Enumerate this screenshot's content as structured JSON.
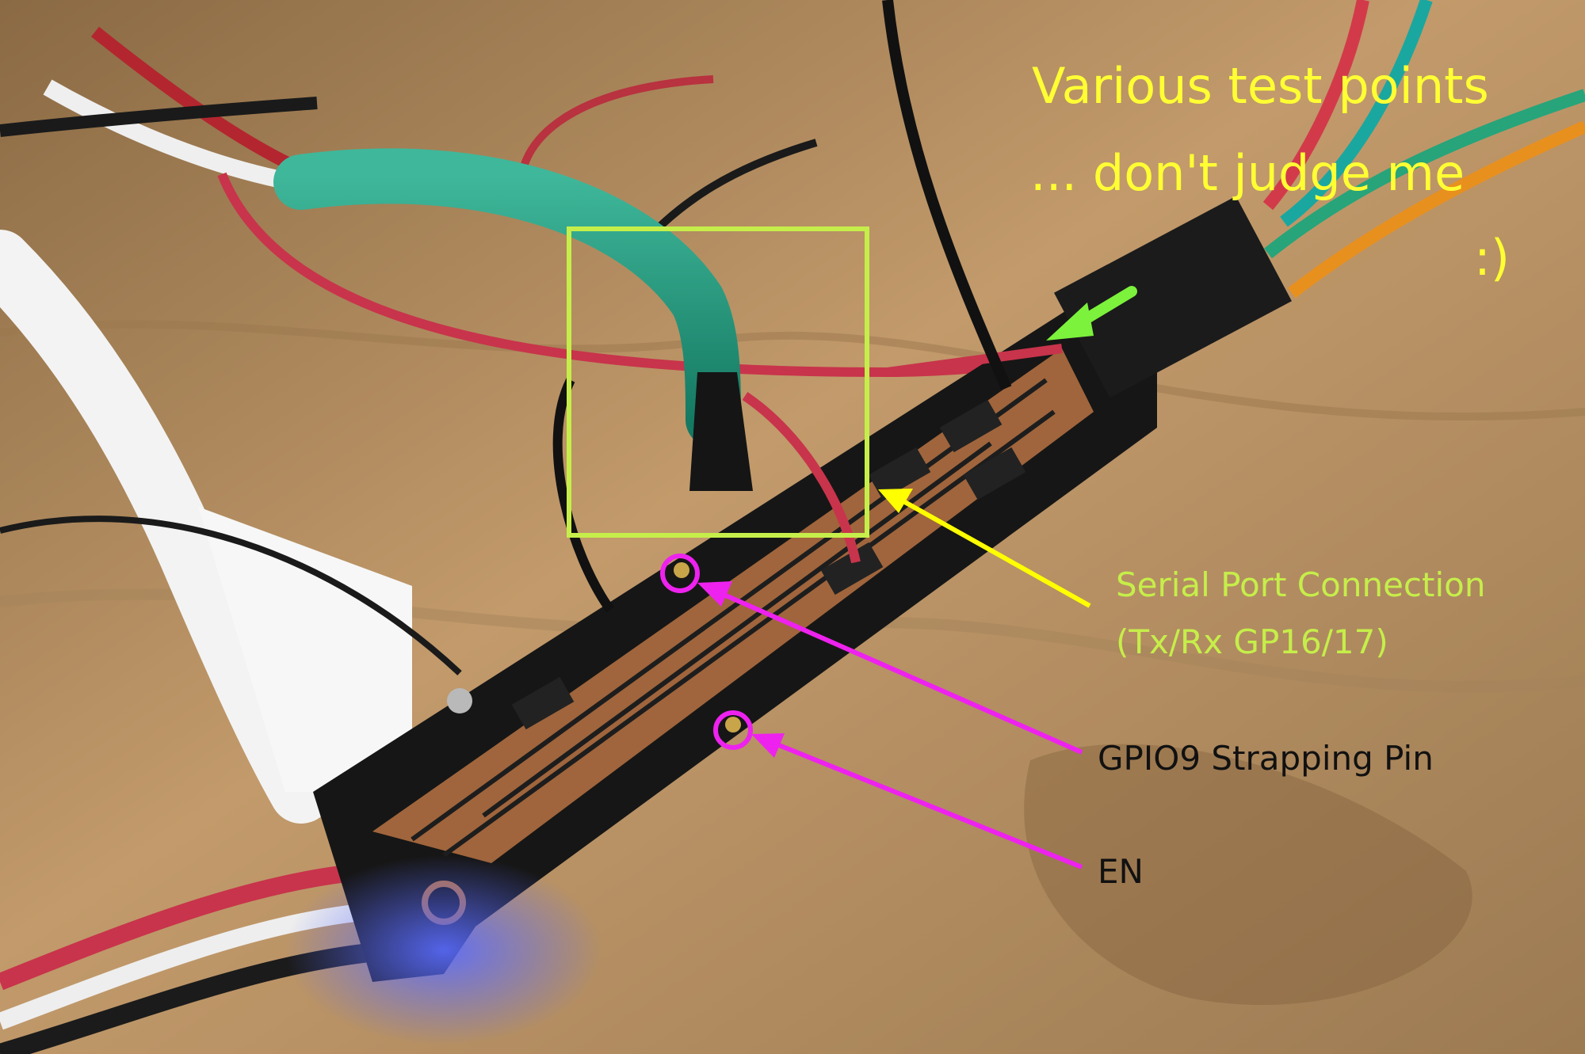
{
  "annotations": {
    "note": {
      "line1": "Various test points",
      "line2": "... don't judge me",
      "line3": ":)"
    },
    "serial": {
      "line1": "Serial Port Connection",
      "line2": "(Tx/Rx GP16/17)"
    },
    "gpio9": "GPIO9 Strapping Pin",
    "en": "EN"
  },
  "colors": {
    "note_text": "#ffff33",
    "serial_text": "#c6ee4a",
    "callout_dark_text": "#111111",
    "box_outline": "#c6ee4a",
    "arrow_green": "#7cf23c",
    "arrow_yellow": "#ffff00",
    "arrow_magenta": "#ee22ee",
    "pcb_black": "#141414",
    "pcb_copper": "#b87343",
    "wood": "#b08a60"
  }
}
